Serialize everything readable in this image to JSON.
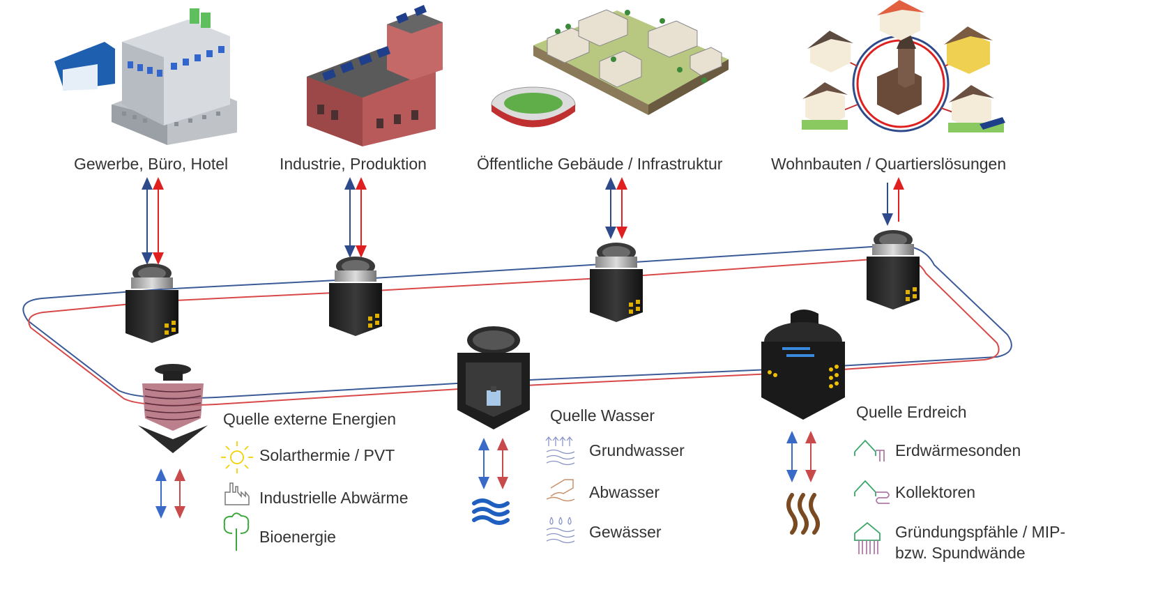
{
  "categories": [
    {
      "id": "gewerbe",
      "label": "Gewerbe, Büro, Hotel"
    },
    {
      "id": "industrie",
      "label": "Industrie, Produktion"
    },
    {
      "id": "oeffentlich",
      "label": "Öffentliche Gebäude / Infrastruktur"
    },
    {
      "id": "wohnbauten",
      "label": "Wohnbauten / Quartierslösungen"
    }
  ],
  "sources": {
    "extern": {
      "title": "Quelle externe Energien",
      "items": [
        "Solarthermie / PVT",
        "Industrielle Abwärme",
        "Bioenergie"
      ]
    },
    "wasser": {
      "title": "Quelle Wasser",
      "items": [
        "Grundwasser",
        "Abwasser",
        "Gewässer"
      ]
    },
    "erdreich": {
      "title": "Quelle Erdreich",
      "items": [
        "Erdwärmesonden",
        "Kollektoren"
      ],
      "item3_line1": "Gründungspfähle / MIP-",
      "item3_line2": "bzw. Spundwände"
    }
  },
  "colors": {
    "cold_line": "#2e4a8a",
    "warm_line": "#e02020",
    "loop_blue": "#3a5a98",
    "loop_red": "#d84848",
    "icon_yellow": "#f5d000",
    "icon_green": "#3aa83a",
    "icon_blue": "#2a6ad0",
    "icon_brown": "#7a4a22"
  }
}
